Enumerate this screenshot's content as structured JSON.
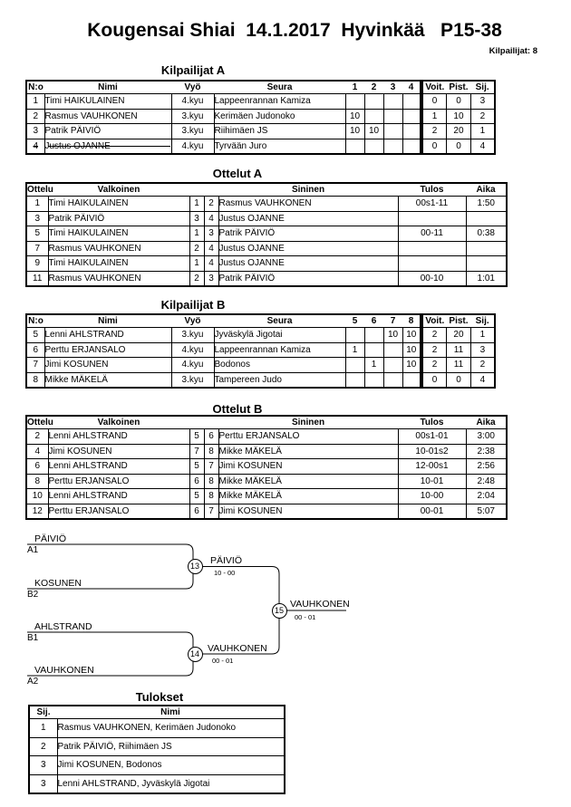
{
  "page": {
    "title": "Kougensai Shiai  14.1.2017  Hyvinkää   P15-38",
    "participants_label": "Kilpailijat: 8"
  },
  "competitors_a": {
    "heading": "Kilpailijat A",
    "headers": {
      "no": "N:o",
      "name": "Nimi",
      "belt": "Vyö",
      "club": "Seura",
      "rounds": [
        "1",
        "2",
        "3",
        "4"
      ],
      "wins": "Voit.",
      "points": "Pist.",
      "place": "Sij."
    },
    "rows": [
      {
        "no": "1",
        "name": "Timi HAIKULAINEN",
        "belt": "4.kyu",
        "club": "Lappeenrannan Kamiza",
        "r": [
          "",
          "",
          "",
          ""
        ],
        "wins": "0",
        "points": "0",
        "place": "3",
        "struck": false
      },
      {
        "no": "2",
        "name": "Rasmus VAUHKONEN",
        "belt": "3.kyu",
        "club": "Kerimäen Judonoko",
        "r": [
          "10",
          "",
          "",
          ""
        ],
        "wins": "1",
        "points": "10",
        "place": "2",
        "struck": false
      },
      {
        "no": "3",
        "name": "Patrik PÄIVIÖ",
        "belt": "3.kyu",
        "club": "Riihimäen JS",
        "r": [
          "10",
          "10",
          "",
          ""
        ],
        "wins": "2",
        "points": "20",
        "place": "1",
        "struck": false
      },
      {
        "no": "4",
        "name": "Justus OJANNE",
        "belt": "4.kyu",
        "club": "Tyrvään Juro",
        "r": [
          "",
          "",
          "",
          ""
        ],
        "wins": "0",
        "points": "0",
        "place": "4",
        "struck": true
      }
    ]
  },
  "matches_a": {
    "heading": "Ottelut A",
    "headers": {
      "match": "Ottelu",
      "white": "Valkoinen",
      "blue": "Sininen",
      "result": "Tulos",
      "time": "Aika"
    },
    "rows": [
      {
        "match": "1",
        "white": "Timi HAIKULAINEN",
        "wno": "1",
        "bno": "2",
        "blue": "Rasmus VAUHKONEN",
        "result": "00s1-11",
        "time": "1:50"
      },
      {
        "match": "3",
        "white": "Patrik PÄIVIÖ",
        "wno": "3",
        "bno": "4",
        "blue": "Justus OJANNE",
        "result": "",
        "time": ""
      },
      {
        "match": "5",
        "white": "Timi HAIKULAINEN",
        "wno": "1",
        "bno": "3",
        "blue": "Patrik PÄIVIÖ",
        "result": "00-11",
        "time": "0:38"
      },
      {
        "match": "7",
        "white": "Rasmus VAUHKONEN",
        "wno": "2",
        "bno": "4",
        "blue": "Justus OJANNE",
        "result": "",
        "time": ""
      },
      {
        "match": "9",
        "white": "Timi HAIKULAINEN",
        "wno": "1",
        "bno": "4",
        "blue": "Justus OJANNE",
        "result": "",
        "time": ""
      },
      {
        "match": "11",
        "white": "Rasmus VAUHKONEN",
        "wno": "2",
        "bno": "3",
        "blue": "Patrik PÄIVIÖ",
        "result": "00-10",
        "time": "1:01"
      }
    ]
  },
  "competitors_b": {
    "heading": "Kilpailijat B",
    "headers": {
      "no": "N:o",
      "name": "Nimi",
      "belt": "Vyö",
      "club": "Seura",
      "rounds": [
        "5",
        "6",
        "7",
        "8"
      ],
      "wins": "Voit.",
      "points": "Pist.",
      "place": "Sij."
    },
    "rows": [
      {
        "no": "5",
        "name": "Lenni AHLSTRAND",
        "belt": "3.kyu",
        "club": "Jyväskylä Jigotai",
        "r": [
          "",
          "",
          "10",
          "10"
        ],
        "wins": "2",
        "points": "20",
        "place": "1",
        "struck": false
      },
      {
        "no": "6",
        "name": "Perttu ERJANSALO",
        "belt": "4.kyu",
        "club": "Lappeenrannan Kamiza",
        "r": [
          "1",
          "",
          "",
          "10"
        ],
        "wins": "2",
        "points": "11",
        "place": "3",
        "struck": false
      },
      {
        "no": "7",
        "name": "Jimi KOSUNEN",
        "belt": "4.kyu",
        "club": "Bodonos",
        "r": [
          "",
          "1",
          "",
          "10"
        ],
        "wins": "2",
        "points": "11",
        "place": "2",
        "struck": false
      },
      {
        "no": "8",
        "name": "Mikke MÄKELÄ",
        "belt": "3.kyu",
        "club": "Tampereen Judo",
        "r": [
          "",
          "",
          "",
          ""
        ],
        "wins": "0",
        "points": "0",
        "place": "4",
        "struck": false
      }
    ]
  },
  "matches_b": {
    "heading": "Ottelut B",
    "headers": {
      "match": "Ottelu",
      "white": "Valkoinen",
      "blue": "Sininen",
      "result": "Tulos",
      "time": "Aika"
    },
    "rows": [
      {
        "match": "2",
        "white": "Lenni AHLSTRAND",
        "wno": "5",
        "bno": "6",
        "blue": "Perttu ERJANSALO",
        "result": "00s1-01",
        "time": "3:00"
      },
      {
        "match": "4",
        "white": "Jimi KOSUNEN",
        "wno": "7",
        "bno": "8",
        "blue": "Mikke MÄKELÄ",
        "result": "10-01s2",
        "time": "2:38"
      },
      {
        "match": "6",
        "white": "Lenni AHLSTRAND",
        "wno": "5",
        "bno": "7",
        "blue": "Jimi KOSUNEN",
        "result": "12-00s1",
        "time": "2:56"
      },
      {
        "match": "8",
        "white": "Perttu ERJANSALO",
        "wno": "6",
        "bno": "8",
        "blue": "Mikke MÄKELÄ",
        "result": "10-01",
        "time": "2:48"
      },
      {
        "match": "10",
        "white": "Lenni AHLSTRAND",
        "wno": "5",
        "bno": "8",
        "blue": "Mikke MÄKELÄ",
        "result": "10-00",
        "time": "2:04"
      },
      {
        "match": "12",
        "white": "Perttu ERJANSALO",
        "wno": "6",
        "bno": "7",
        "blue": "Jimi KOSUNEN",
        "result": "00-01",
        "time": "5:07"
      }
    ]
  },
  "bracket": {
    "sf1_top_name": "PÄIVIÖ",
    "sf1_top_seed": "A1",
    "sf1_bottom_name": "KOSUNEN",
    "sf1_bottom_seed": "B2",
    "sf1_match_no": "13",
    "sf1_winner": "PÄIVIÖ",
    "sf1_score": "10 - 00",
    "sf2_top_name": "AHLSTRAND",
    "sf2_top_seed": "B1",
    "sf2_bottom_name": "VAUHKONEN",
    "sf2_bottom_seed": "A2",
    "sf2_match_no": "14",
    "sf2_winner": "VAUHKONEN",
    "sf2_score": "00 - 01",
    "final_match_no": "15",
    "final_winner": "VAUHKONEN",
    "final_score": "00 - 01"
  },
  "results": {
    "heading": "Tulokset",
    "headers": {
      "place": "Sij.",
      "name": "Nimi"
    },
    "rows": [
      {
        "place": "1",
        "name": "Rasmus VAUHKONEN, Kerimäen Judonoko"
      },
      {
        "place": "2",
        "name": "Patrik PÄIVIÖ, Riihimäen JS"
      },
      {
        "place": "3",
        "name": "Jimi KOSUNEN, Bodonos"
      },
      {
        "place": "3",
        "name": "Lenni AHLSTRAND, Jyväskylä Jigotai"
      }
    ]
  }
}
